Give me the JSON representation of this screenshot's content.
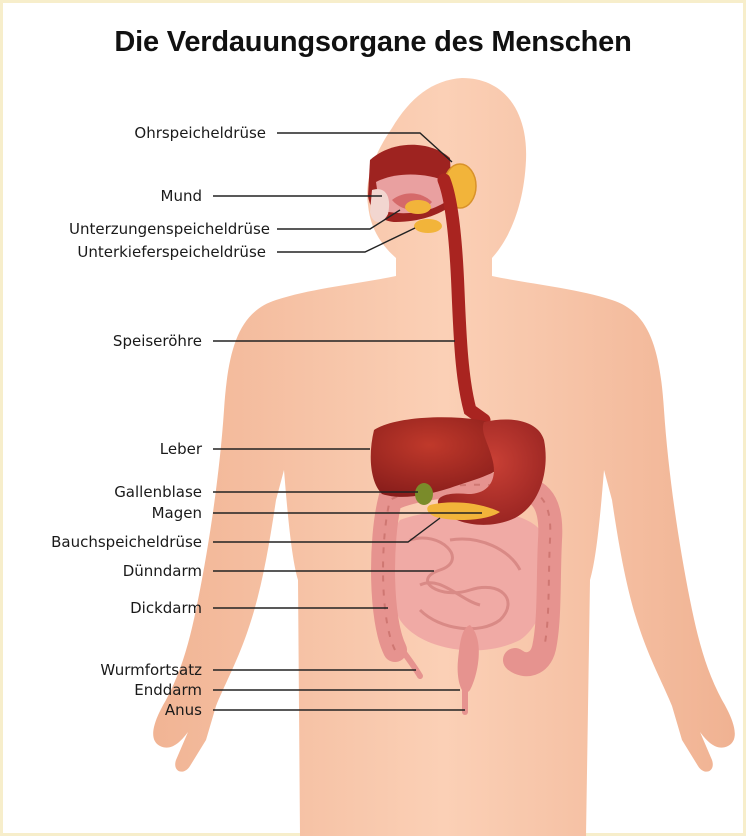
{
  "title": "Die Verdauungsorgane des Menschen",
  "labels": [
    "Ohrspeicheldrüse",
    "Mund",
    "Unterzungenspeicheldrüse",
    "Unterkieferspeicheldrüse",
    "Speiseröhre",
    "Leber",
    "Gallenblase",
    "Magen",
    "Bauchspeicheldrüse",
    "Dünndarm",
    "Dickdarm",
    "Wurmfortsatz",
    "Enddarm",
    "Anus"
  ],
  "colors": {
    "frame": "#f7eecb",
    "skin": "#f7c3a4",
    "skin_shade": "#eea987",
    "organ_dark": "#8f1d1d",
    "organ_red": "#b42a24",
    "intestine": "#f0aaa5",
    "colon": "#e6938f",
    "gland": "#f2b43a",
    "gallbladder": "#7a8b2a",
    "leader_line": "#222222"
  }
}
